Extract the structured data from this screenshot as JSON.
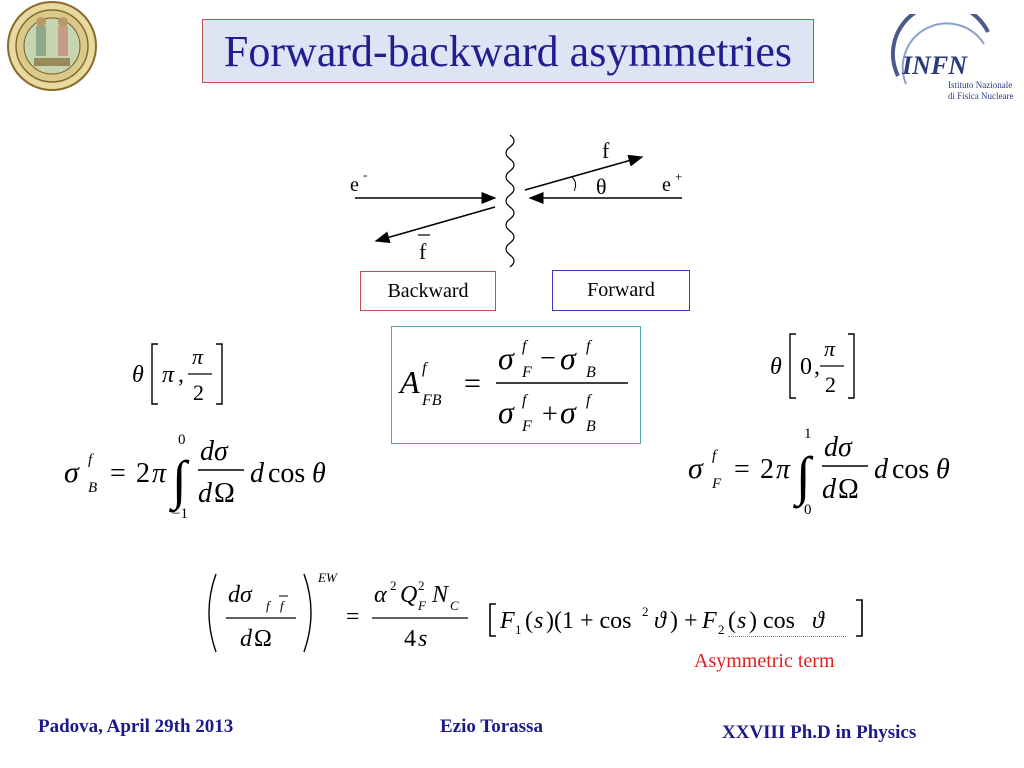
{
  "slide": {
    "title": "Forward-backward asymmetries",
    "logos": {
      "left_seal": "university-seal",
      "right_logo_mark": "INFN",
      "right_logo_line1": "Istituto Nazionale",
      "right_logo_line2": "di Fisica Nucleare"
    },
    "diagram": {
      "f_label": "f",
      "theta_label": "θ",
      "e_minus": "e",
      "e_minus_sup": "-",
      "e_plus": "e",
      "e_plus_sup": "+",
      "fbar_label": "f"
    },
    "backward_label": "Backward",
    "forward_label": "Forward",
    "asym_label": "Asymmetric term",
    "footer": {
      "left": "Padova, April 29th 2013",
      "center": "Ezio Torassa",
      "right": "XXVIII  Ph.D in Physics"
    },
    "colors": {
      "title_text": "#1f1f8f",
      "title_bg": "#dde4f4",
      "title_border": "#c0504d",
      "footer_text": "#1a1a8c",
      "asym_text": "#e0201f"
    }
  }
}
